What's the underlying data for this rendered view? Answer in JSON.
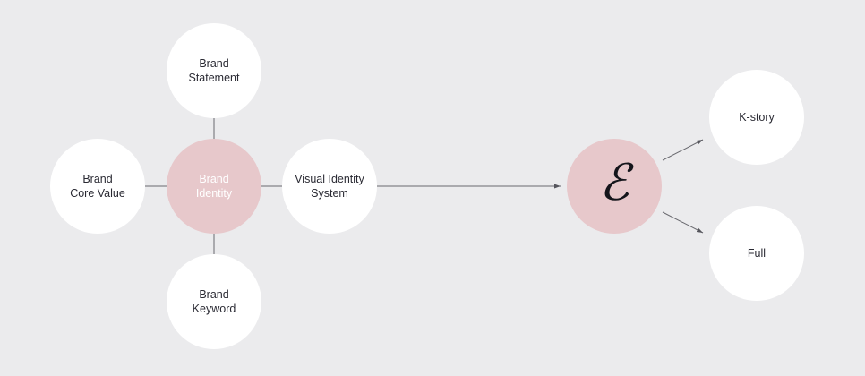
{
  "diagram": {
    "nodes": {
      "brand_statement": "Brand\nStatement",
      "brand_core_value": "Brand\nCore Value",
      "brand_identity": "Brand\nIdentity",
      "visual_identity_system": "Visual Identity\nSystem",
      "brand_keyword": "Brand\nKeyword",
      "k_story": "K-story",
      "full": "Full"
    },
    "logo_icon": "ornamental-e-monogram-icon",
    "colors": {
      "background": "#ebebed",
      "node_fill": "#ffffff",
      "accent_fill": "#e7c8cb",
      "line": "#6a6a70",
      "text": "#2a2a33"
    }
  }
}
